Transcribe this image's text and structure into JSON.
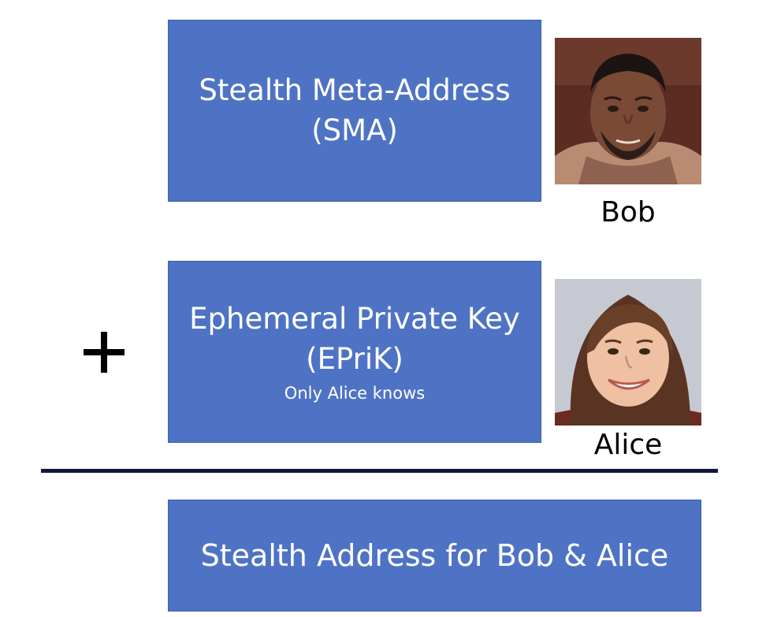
{
  "boxes": {
    "sma": {
      "title": "Stealth Meta-Address",
      "subtitle": "(SMA)"
    },
    "eprik": {
      "title": "Ephemeral Private Key",
      "subtitle": "(EPriK)",
      "note": "Only Alice knows"
    },
    "result": {
      "title": "Stealth Address for Bob & Alice"
    }
  },
  "people": {
    "bob": {
      "name": "Bob"
    },
    "alice": {
      "name": "Alice"
    }
  },
  "colors": {
    "box_fill": "#4f73c4",
    "divider": "#12173a",
    "text_on_box": "#ffffff"
  }
}
